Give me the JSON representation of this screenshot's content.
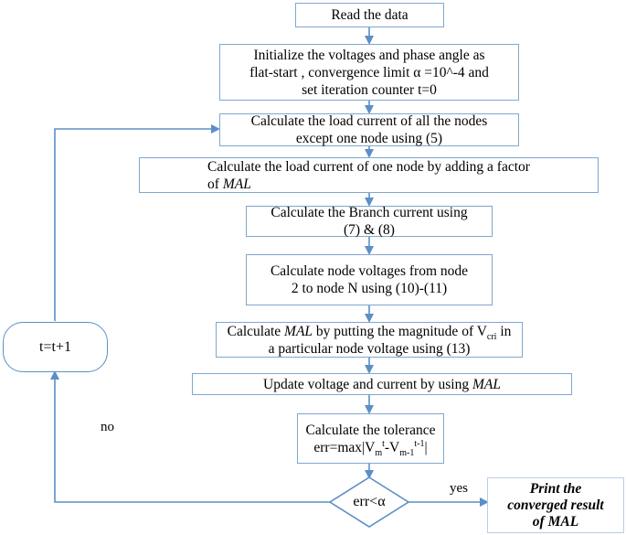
{
  "nodes": {
    "read_data": "Read the data",
    "initialize": {
      "line1": "Initialize the voltages and phase angle as",
      "line2": "flat-start , convergence limit α =10^-4 and",
      "line3": "set iteration counter t=0"
    },
    "load_current_all": {
      "line1": "Calculate the load current of all the nodes",
      "line2": "except one node using (5)"
    },
    "load_current_one": {
      "line1": "Calculate the load current of one node  by adding a factor",
      "line2_prefix": "of ",
      "line2_italic": "MAL"
    },
    "branch_current": {
      "line1": "Calculate the Branch current using",
      "line2": "(7) & (8)"
    },
    "node_voltages": {
      "line1": "Calculate node voltages from node",
      "line2": "2 to node N using (10)-(11)"
    },
    "calc_mal": {
      "line1_prefix": "Calculate ",
      "line1_italic": "MAL",
      "line1_mid": " by putting the magnitude of V",
      "line1_sub": "cri",
      "line1_suffix": " in",
      "line2": "a particular node voltage using (13)"
    },
    "update": {
      "prefix": "Update voltage and current by using ",
      "italic": "MAL"
    },
    "tolerance": {
      "line1": "Calculate the tolerance",
      "line2_a": "err=max|V",
      "line2_sub1": "m",
      "line2_sup1": "t",
      "line2_b": "-V",
      "line2_sub2": "m-1",
      "line2_sup2": "t-1",
      "line2_c": "|"
    },
    "decision": "err<α",
    "counter": "t=t+1",
    "output": {
      "line1": "Print the",
      "line2": "converged result",
      "line3": "of MAL"
    }
  },
  "labels": {
    "no": "no",
    "yes": "yes"
  },
  "colors": {
    "border": "#7fa7cf",
    "arrow": "#5b8fc6"
  }
}
